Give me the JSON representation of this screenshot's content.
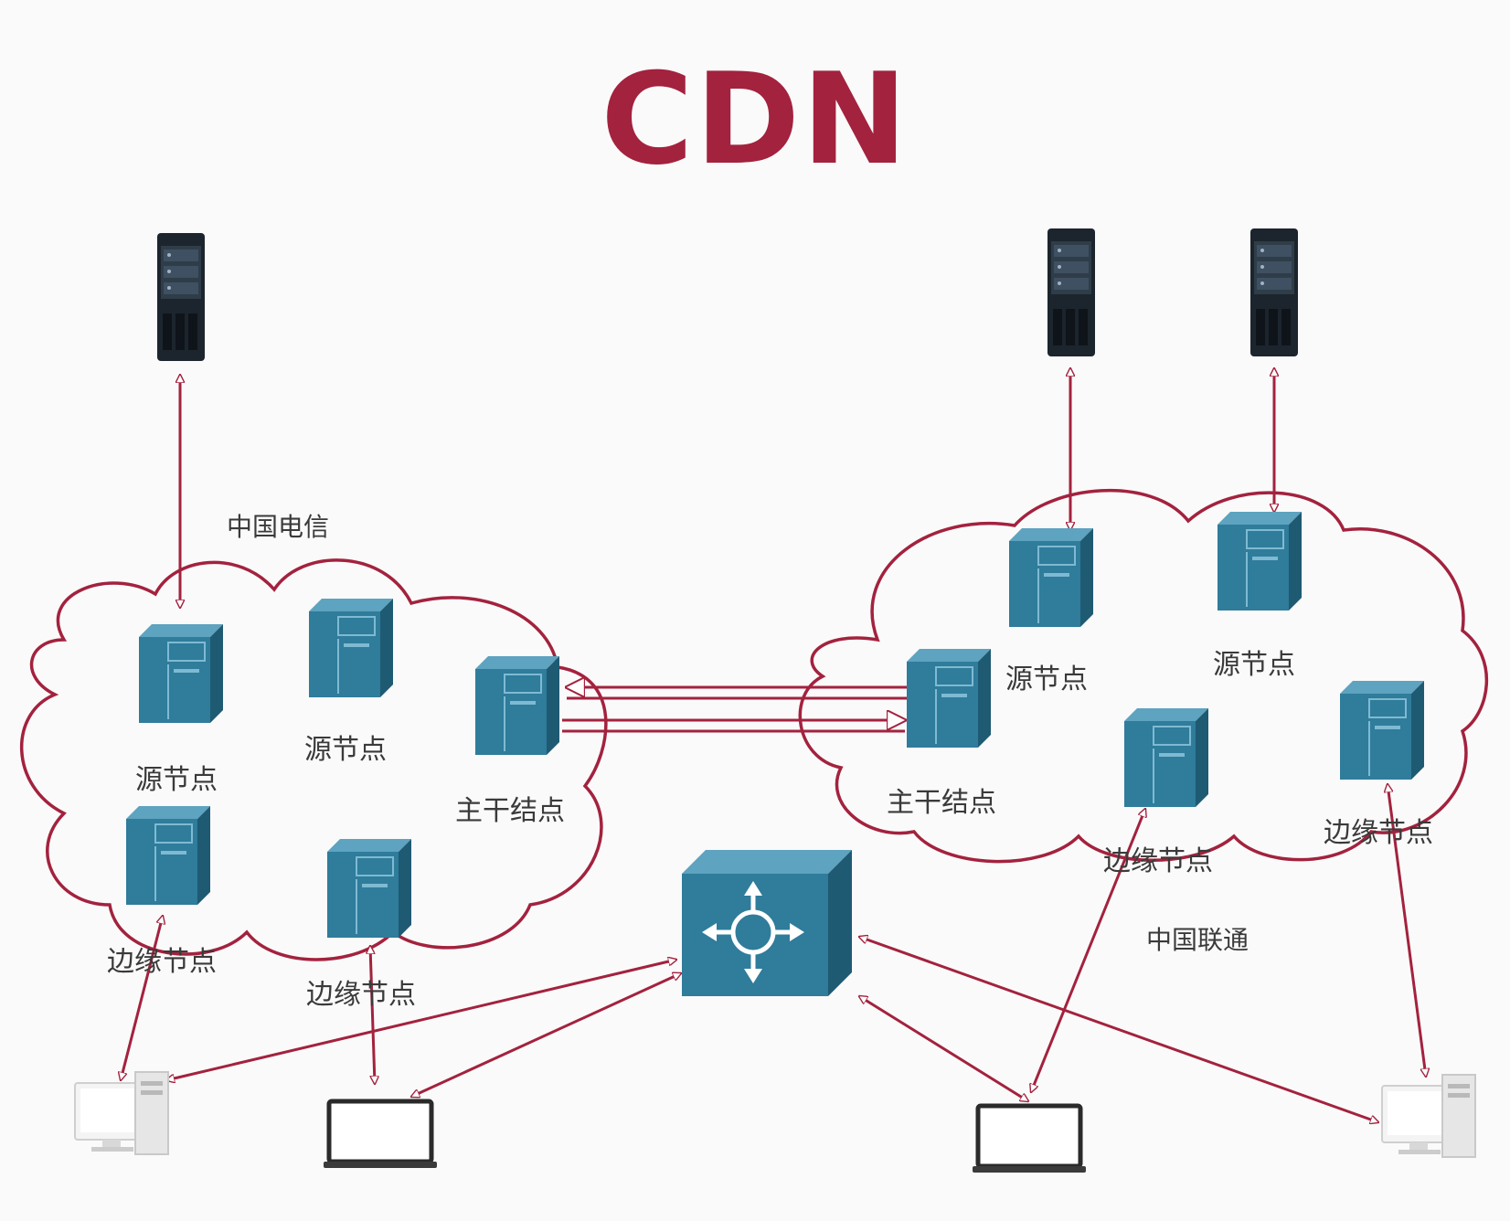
{
  "title": "CDN",
  "colors": {
    "accent": "#a3223e",
    "node": "#2f7c9b",
    "node_dark": "#1f5a73",
    "server": "#1c252d",
    "router": "#2f7c9b"
  },
  "networks": {
    "telecom": "中国电信",
    "unicom": "中国联通"
  },
  "labels": {
    "source": "源节点",
    "backbone": "主干结点",
    "edge": "边缘节点"
  }
}
